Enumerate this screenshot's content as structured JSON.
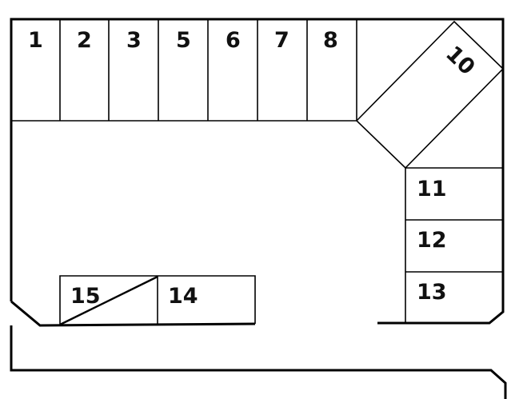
{
  "spaces": {
    "s1": "1",
    "s2": "2",
    "s3": "3",
    "s5": "5",
    "s6": "6",
    "s7": "7",
    "s8": "8",
    "s10": "10",
    "s11": "11",
    "s12": "12",
    "s13": "13",
    "s14": "14",
    "s15": "15"
  },
  "colors": {
    "lines": "#000000",
    "background": "#ffffff",
    "labels": "#111111"
  }
}
